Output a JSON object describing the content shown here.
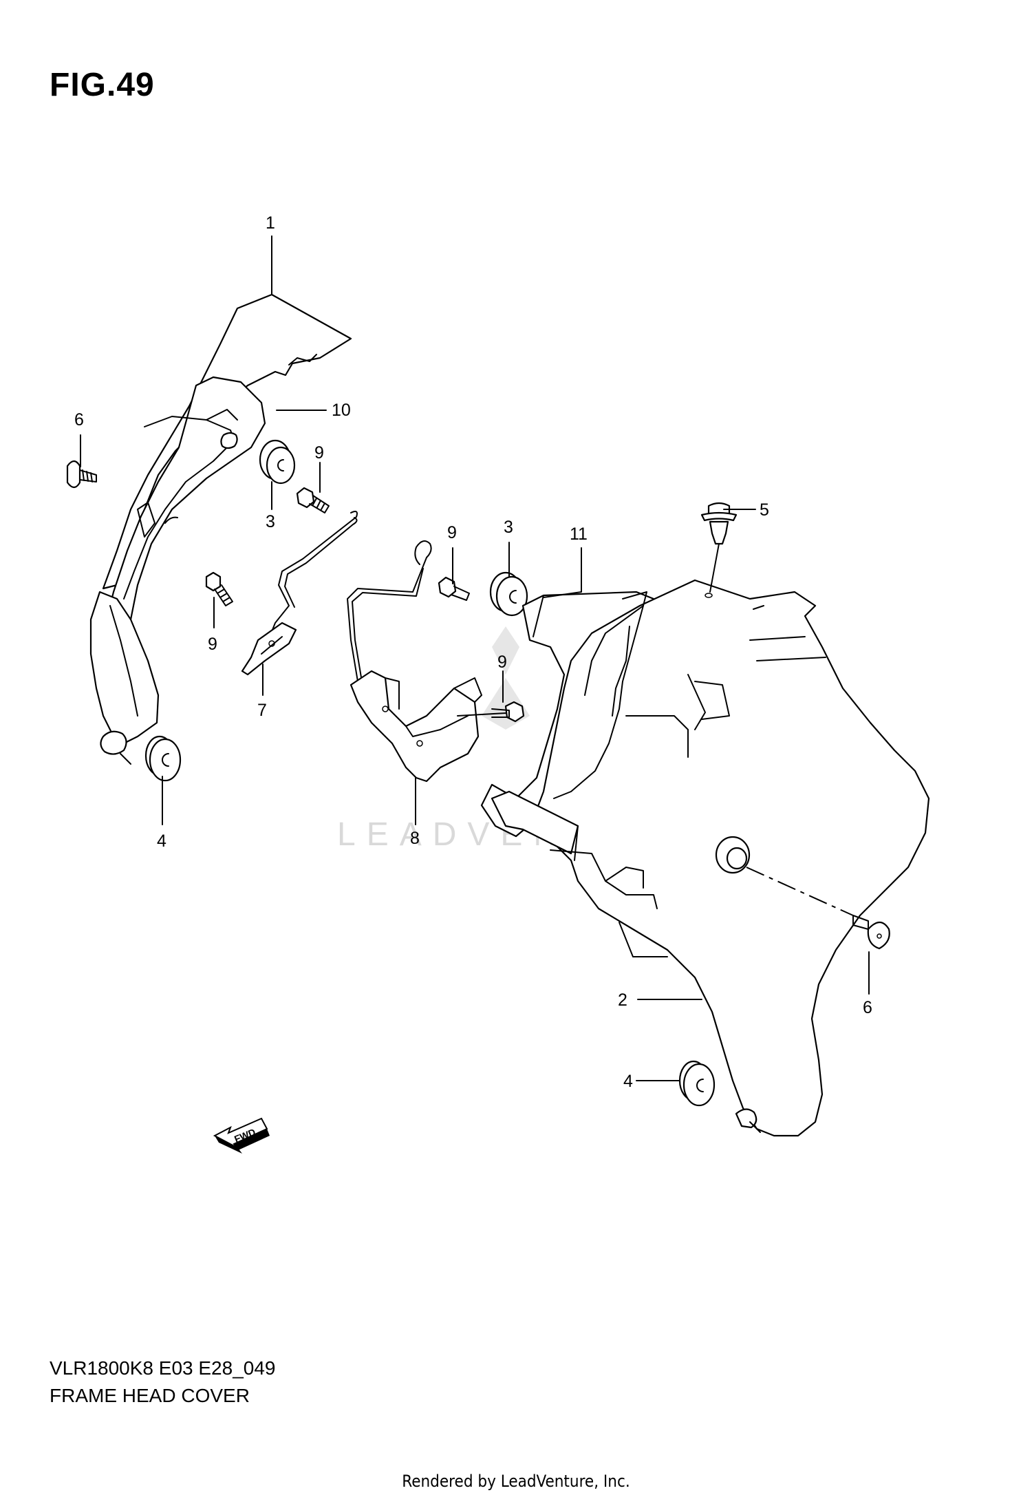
{
  "figure": {
    "title": "FIG.49",
    "model_code": "VLR1800K8 E03 E28_049",
    "name": "FRAME HEAD COVER"
  },
  "callouts": {
    "c1": "1",
    "c10": "10",
    "c6a": "6",
    "c9a": "9",
    "c3a": "3",
    "c9b": "9",
    "c7": "7",
    "c4a": "4",
    "c9c": "9",
    "c3b": "3",
    "c11": "11",
    "c5": "5",
    "c9d": "9",
    "c8": "8",
    "c6b": "6",
    "c2": "2",
    "c4b": "4"
  },
  "fwd_arrow": {
    "label": "FWD"
  },
  "watermark": "LEADVENTURE",
  "footer": {
    "rendered_by": "Rendered by LeadVenture, Inc."
  }
}
